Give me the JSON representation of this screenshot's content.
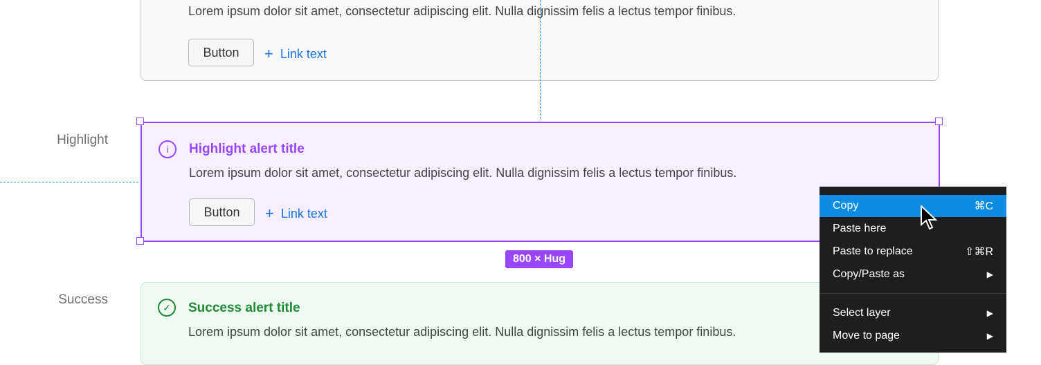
{
  "cards": [
    {
      "body": "Lorem ipsum dolor sit amet, consectetur adipiscing elit. Nulla dignissim felis a lectus tempor finibus.",
      "button": "Button",
      "link": "Link text"
    },
    {
      "label": "Highlight",
      "title": "Highlight alert title",
      "body": "Lorem ipsum dolor sit amet, consectetur adipiscing elit. Nulla dignissim felis a lectus tempor finibus.",
      "button": "Button",
      "link": "Link text",
      "icon": "info-icon",
      "color": "#9747ff"
    },
    {
      "label": "Success",
      "title": "Success alert title",
      "body": "Lorem ipsum dolor sit amet, consectetur adipiscing elit. Nulla dignissim felis a lectus tempor finibus.",
      "icon": "check-circle-icon",
      "color": "#1e8a38"
    }
  ],
  "size_badge": "800 × Hug",
  "menu": {
    "items": [
      {
        "label": "Copy",
        "shortcut": "⌘C"
      },
      {
        "label": "Paste here"
      },
      {
        "label": "Paste to replace",
        "shortcut": "⇧⌘R"
      },
      {
        "label": "Copy/Paste as",
        "submenu": "▶"
      },
      {
        "label": "Select layer",
        "submenu": "▶"
      },
      {
        "label": "Move to page",
        "submenu": "▶"
      }
    ]
  },
  "plus": "+"
}
